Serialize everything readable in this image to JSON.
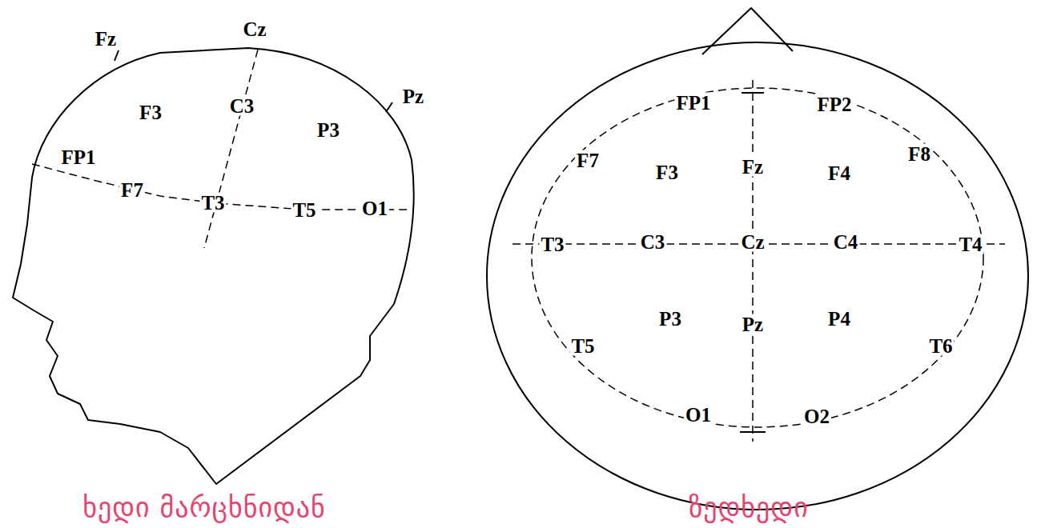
{
  "diagram": {
    "labels": [
      "Fz",
      "Cz",
      "F3",
      "C3",
      "Pz",
      "P3",
      "FP1",
      "F7",
      "T3",
      "T5",
      "O1",
      "FP1",
      "FP2",
      "F7",
      "F3",
      "Fz",
      "F4",
      "F8",
      "T3",
      "C3",
      "Cz",
      "C4",
      "T4",
      "P3",
      "Pz",
      "P4",
      "T5",
      "T6",
      "O1",
      "O2",
      "ხედი მარცხნიდან",
      "ზედხედი"
    ]
  }
}
